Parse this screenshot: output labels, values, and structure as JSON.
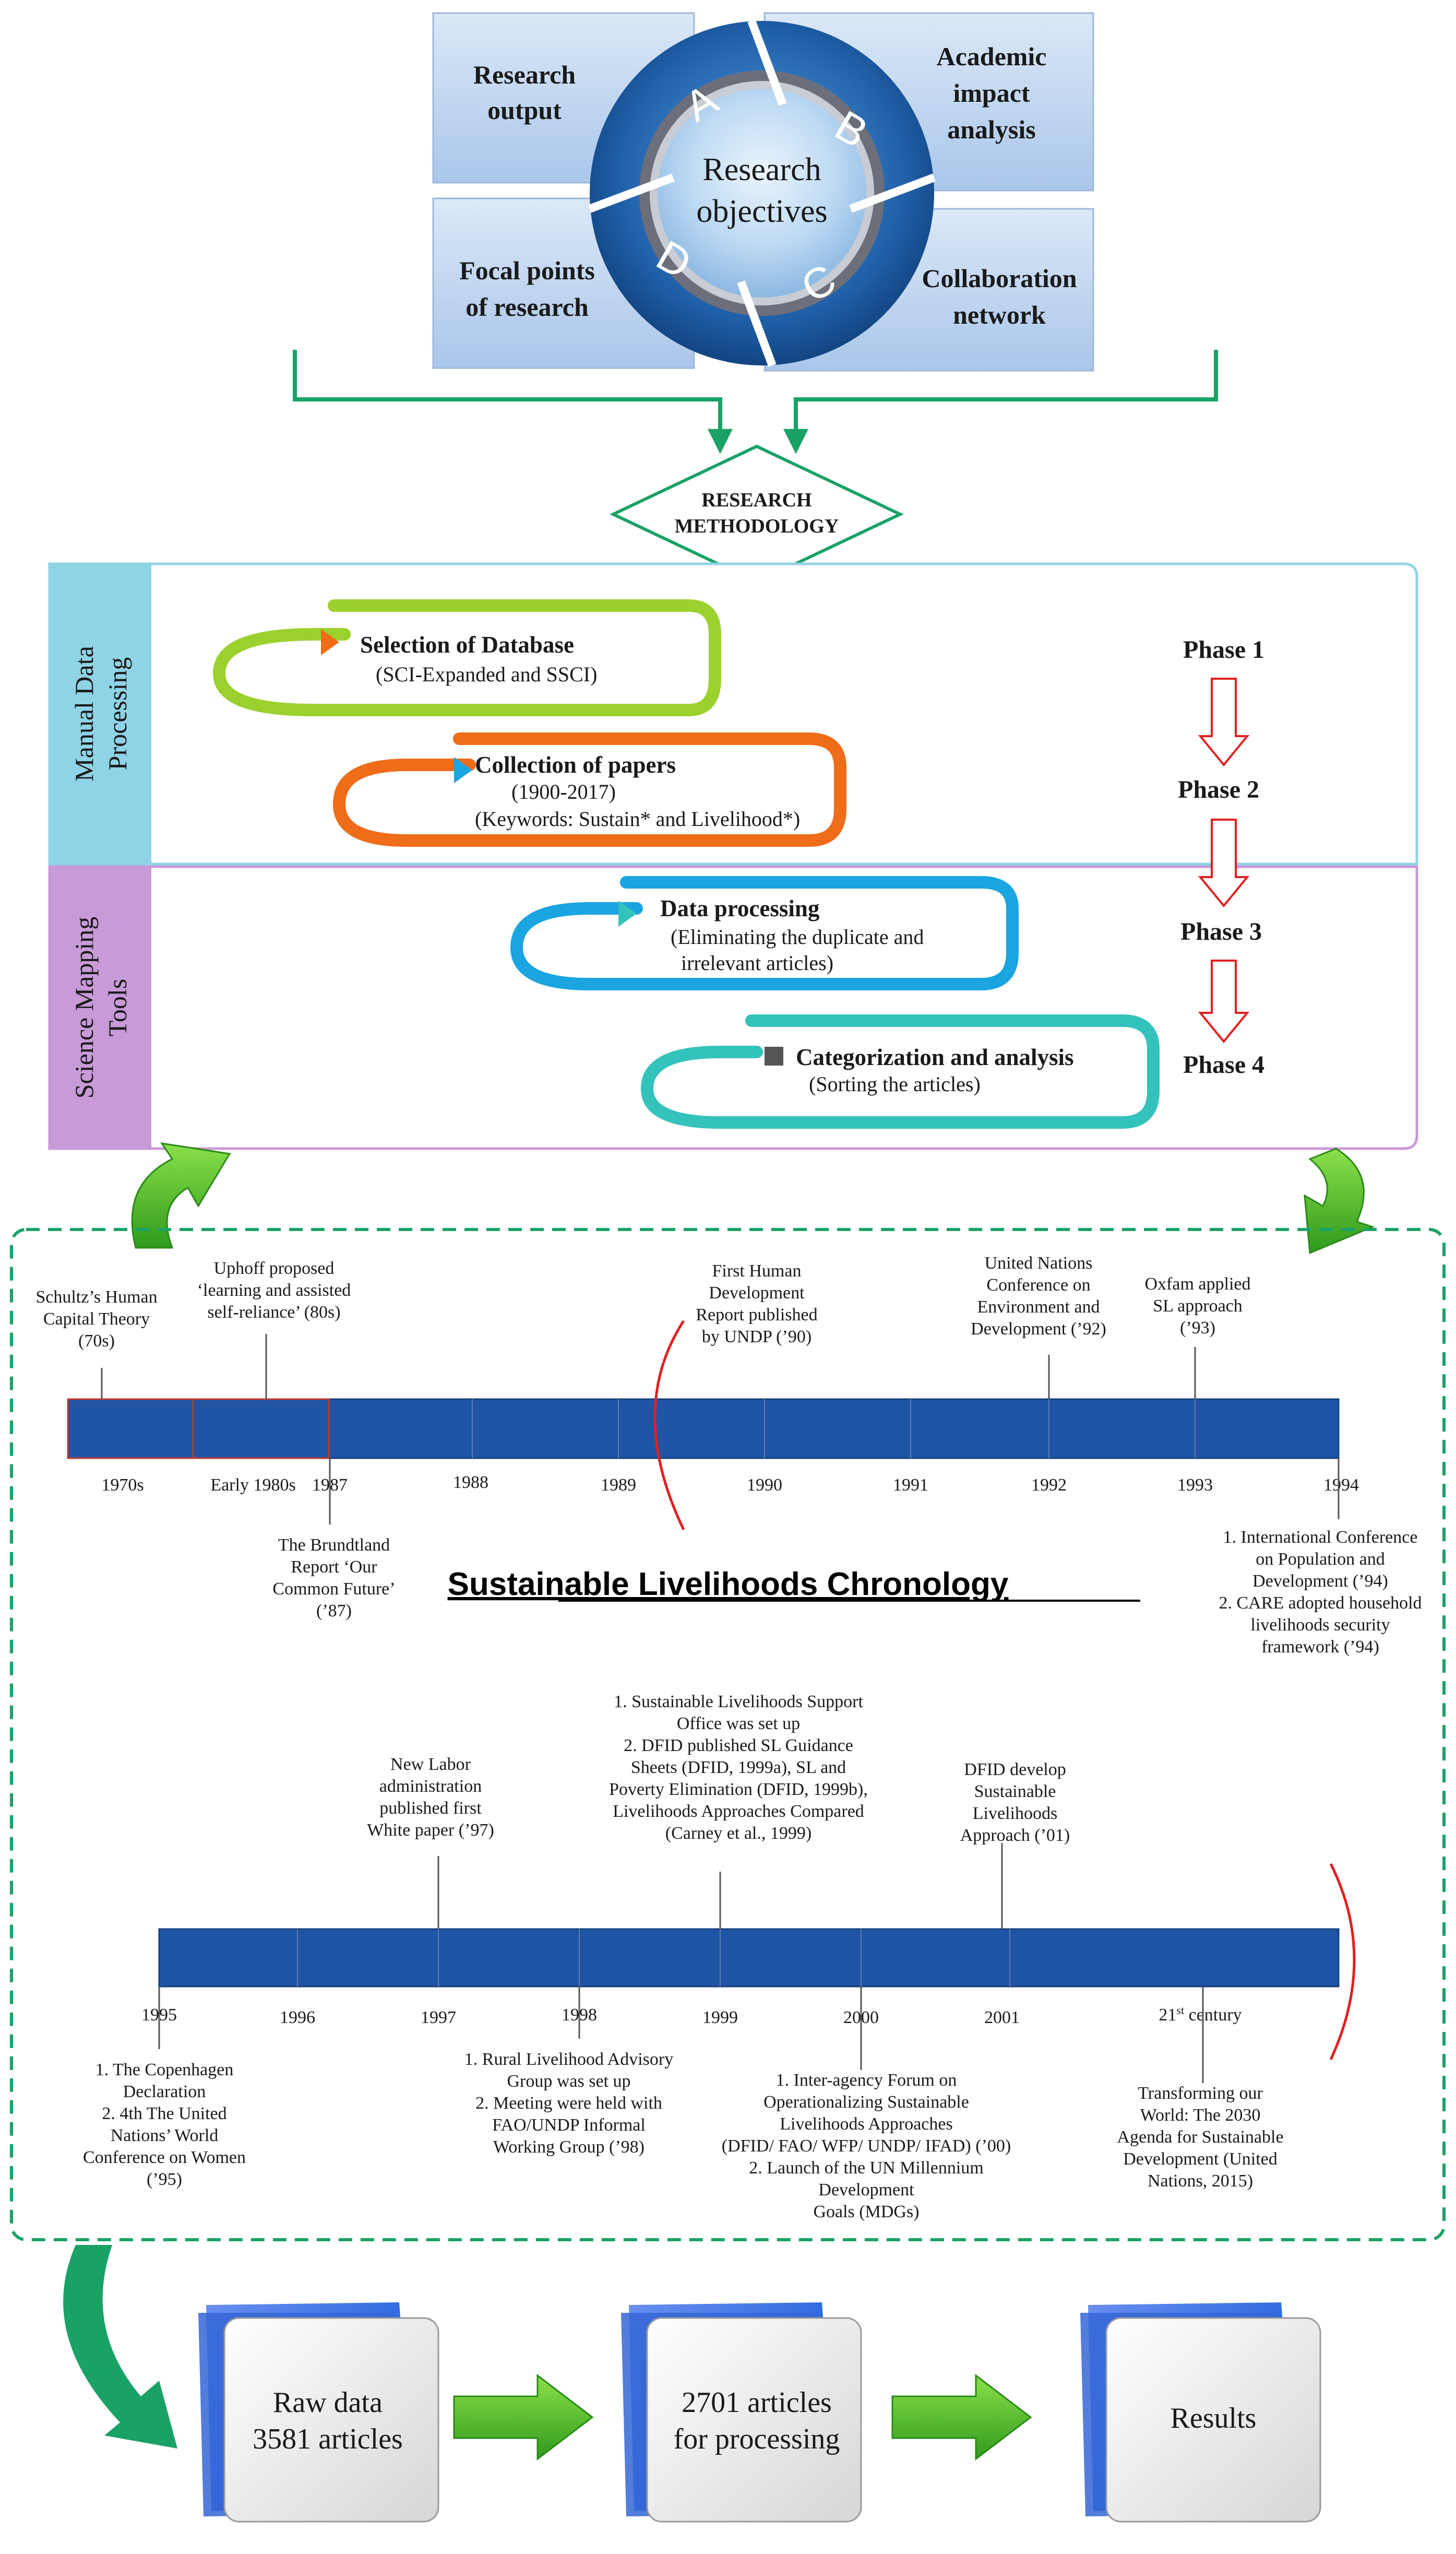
{
  "objectives": {
    "center_line1": "Research",
    "center_line2": "objectives",
    "letters": [
      "A",
      "B",
      "C",
      "D"
    ],
    "boxes": [
      {
        "line1": "Research",
        "line2": "output",
        "line3": ""
      },
      {
        "line1": "Academic",
        "line2": "impact",
        "line3": "analysis"
      },
      {
        "line1": "Collaboration",
        "line2": "network",
        "line3": ""
      },
      {
        "line1": "Focal points",
        "line2": "of research",
        "line3": ""
      }
    ]
  },
  "methodology": {
    "line1": "RESEARCH",
    "line2": "METHODOLOGY"
  },
  "sections": {
    "manual_line1": "Manual Data",
    "manual_line2": "Processing",
    "science_line1": "Science Mapping",
    "science_line2": "Tools"
  },
  "steps": [
    {
      "title": "Selection of Database",
      "sub1": "(SCI-Expanded and SSCI)",
      "sub2": "",
      "sub3": ""
    },
    {
      "title": "Collection of papers",
      "sub1": "(1900-2017)",
      "sub2": "(Keywords: Sustain* and Livelihood*)",
      "sub3": ""
    },
    {
      "title": "Data processing",
      "sub1": "(Eliminating  the duplicate and",
      "sub2": "irrelevant articles)",
      "sub3": ""
    },
    {
      "title": "Categorization and analysis",
      "sub1": "(Sorting  the articles)",
      "sub2": "",
      "sub3": ""
    }
  ],
  "phases": [
    "Phase 1",
    "Phase 2",
    "Phase 3",
    "Phase 4"
  ],
  "chronology": {
    "title": "Sustainable Livelihoods Chronology",
    "timeline1_ticks": [
      "1970s",
      "Early 1980s",
      "1987",
      "1988",
      "1989",
      "1990",
      "1991",
      "1992",
      "1993",
      "1994"
    ],
    "timeline2_ticks": [
      "1995",
      "1996",
      "1997",
      "1998",
      "1999",
      "2000",
      "2001"
    ],
    "century_label": "21",
    "century_sup": "st",
    "century_rest": " century",
    "events_top1": [
      [
        "Schultz’s Human",
        "Capital Theory",
        "(70s)"
      ],
      [
        "Uphoff proposed",
        "‘learning and assisted",
        "self-reliance’ (80s)"
      ],
      [
        "First Human",
        "Development",
        "Report published",
        "by UNDP (’90)"
      ],
      [
        "United Nations",
        "Conference on",
        "Environment and",
        "Development (’92)"
      ],
      [
        "Oxfam applied",
        "SL approach",
        "(’93)"
      ]
    ],
    "events_bottom1": [
      [
        "The Brundtland",
        "Report ‘Our",
        "Common Future’",
        "(’87)"
      ],
      [
        "1. International Conference",
        "on Population and",
        "Development (’94)",
        "2. CARE adopted household",
        "livelihoods security",
        "framework (’94)"
      ]
    ],
    "events_top2": [
      [
        "New Labor",
        "administration",
        "published first",
        "White paper (’97)"
      ],
      [
        "1. Sustainable Livelihoods Support",
        "Office was set up",
        "2. DFID published SL Guidance",
        "Sheets (DFID, 1999a), SL and",
        "Poverty Elimination (DFID, 1999b),",
        "Livelihoods Approaches Compared",
        "(Carney et al., 1999)"
      ],
      [
        "DFID develop",
        "Sustainable",
        "Livelihoods",
        "Approach (’01)"
      ]
    ],
    "events_bottom2": [
      [
        "1. The Copenhagen",
        "Declaration",
        "2. 4th The United",
        "Nations’ World",
        "Conference on Women",
        "(’95)"
      ],
      [
        "1. Rural Livelihood Advisory",
        "Group was set up",
        "2. Meeting were held with",
        "FAO/UNDP Informal",
        "Working Group (’98)"
      ],
      [
        "1. Inter-agency Forum on",
        "Operationalizing Sustainable",
        "Livelihoods Approaches",
        "(DFID/ FAO/ WFP/ UNDP/ IFAD) (’00)",
        "2. Launch of the UN Millennium",
        "Development",
        "Goals (MDGs)"
      ],
      [
        "Transforming our",
        "World: The 2030",
        "Agenda for Sustainable",
        "Development (United",
        "Nations, 2015)"
      ]
    ]
  },
  "results": [
    {
      "line1": "Raw data",
      "line2": "3581 articles"
    },
    {
      "line1": "2701 articles",
      "line2": "for processing"
    },
    {
      "line1": "Results",
      "line2": ""
    }
  ],
  "colors": {
    "box_blue": "#c9dcf2",
    "ring_blue": "#1f5fa8",
    "green": "#1aa266",
    "teal": "#1cb89a",
    "manual_band": "#8fd3e6",
    "science_band": "#c89ad8",
    "timeline_blue": "#1f55a4",
    "step1": "#9bd12e",
    "step2": "#ef6c18",
    "step3": "#1aa4e0",
    "step4": "#34c2bc",
    "phase_arrow": "#e02020",
    "bracket_red": "#e02020"
  }
}
